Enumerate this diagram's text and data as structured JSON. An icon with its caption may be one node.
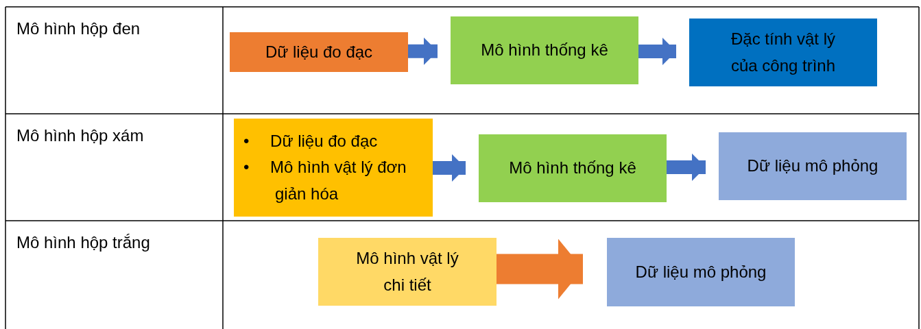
{
  "diagram": {
    "nodes": [
      {
        "text": [
          "Dữ liệu đo đạc"
        ]
      },
      {
        "text": [
          "Mô hình thống kê"
        ]
      },
      {
        "text": [
          "Đặc tính vật lý của công trình"
        ]
      },
      {
        "text": [
          "• Dữ liệu đo đạc",
          "• Mô hình vật lý đơn giản hóa"
        ]
      },
      {
        "text": [
          "Mô hình thống kê"
        ]
      },
      {
        "text": [
          "Dữ liệu mô phỏng"
        ]
      },
      {
        "text": [
          "Mô hình vật lý chi tiết"
        ]
      },
      {
        "text": [
          "Dữ liệu mô phỏng"
        ]
      }
    ],
    "edges": [
      {
        "from": 0,
        "to": 1,
        "arrow": "to"
      },
      {
        "from": 1,
        "to": 2,
        "arrow": "to"
      },
      {
        "from": 3,
        "to": 4,
        "arrow": "to"
      },
      {
        "from": 4,
        "to": 5,
        "arrow": "to"
      },
      {
        "from": 6,
        "to": 7,
        "arrow": "to",
        "style": "thick",
        "color": "#ed7d31"
      }
    ],
    "labels": [
      "Mô hình hộp đen",
      "Mô hình hộp xám",
      "Mô hình hộp trắng"
    ]
  }
}
